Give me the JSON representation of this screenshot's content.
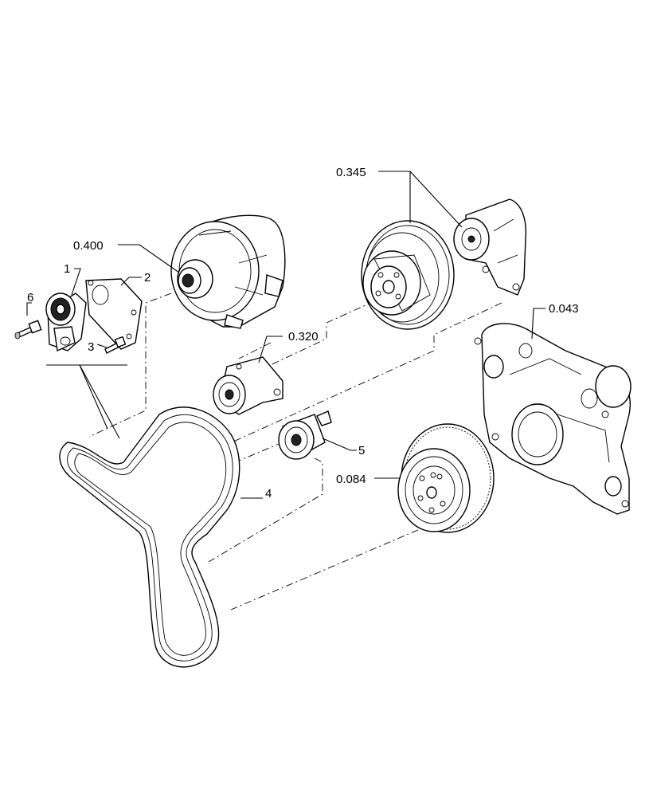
{
  "labels": {
    "l_0400": "0.400",
    "l_0345": "0.345",
    "l_0320": "0.320",
    "l_0043": "0.043",
    "l_0084": "0.084",
    "l_1": "1",
    "l_2": "2",
    "l_3": "3",
    "l_4": "4",
    "l_5": "5",
    "l_6": "6"
  }
}
